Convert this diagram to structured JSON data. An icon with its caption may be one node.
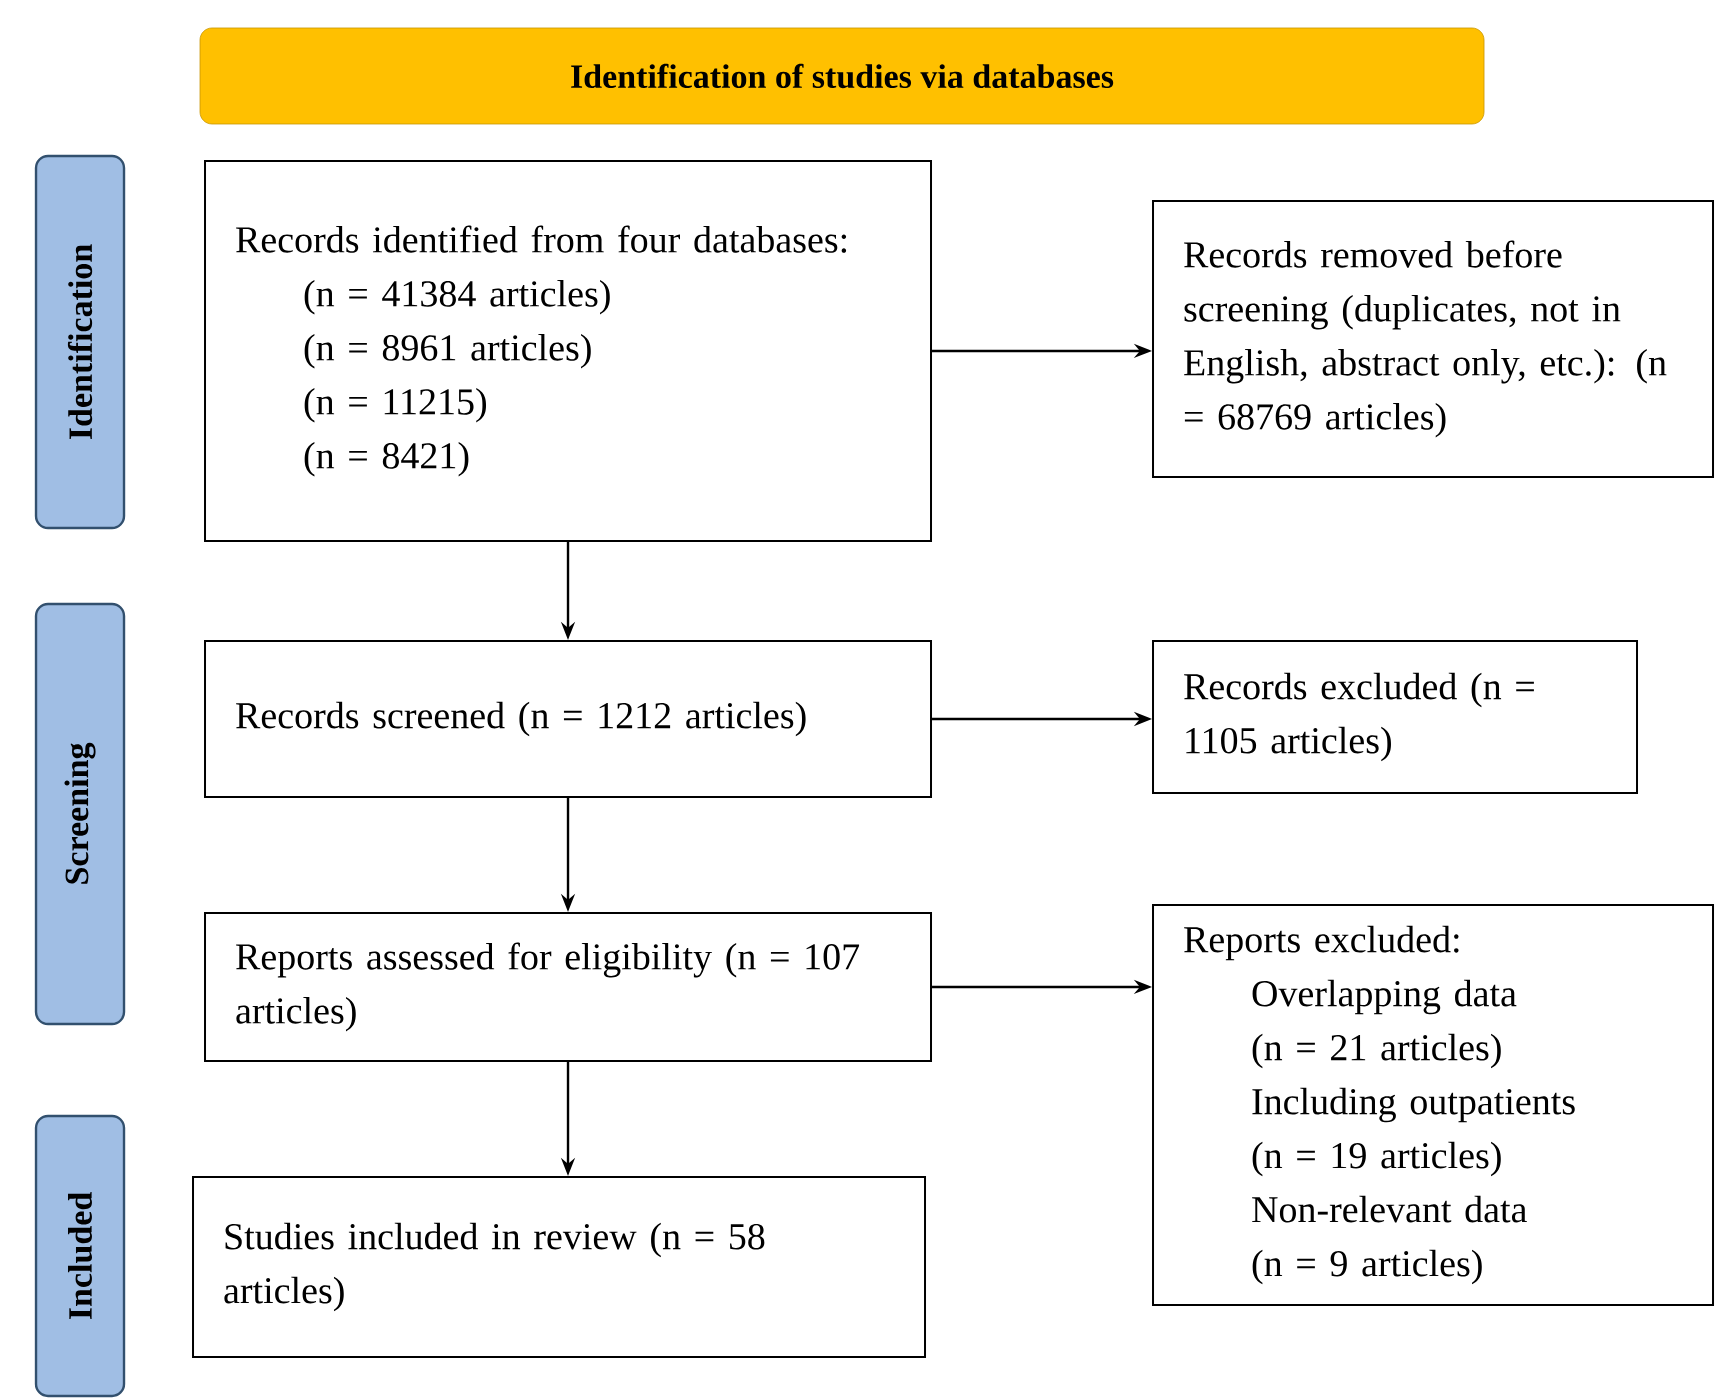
{
  "diagram": {
    "nodes": [
      {
        "text": [
          "Identification of studies via databases"
        ]
      },
      {
        "text": [
          "Identification"
        ]
      },
      {
        "text": [
          "Screening"
        ]
      },
      {
        "text": [
          "Included"
        ]
      },
      {
        "text": [
          "Records identified from four databases:",
          "(n = 41384 articles)",
          "(n = 8961 articles)",
          "(n = 11215)",
          "(n = 8421)"
        ]
      },
      {
        "text": [
          "Records removed before screening (duplicates, not in English, abstract only, etc.): (n = 68769 articles)"
        ]
      },
      {
        "text": [
          "Records screened (n = 1212 articles)"
        ]
      },
      {
        "text": [
          "Records excluded (n = 1105 articles)"
        ]
      },
      {
        "text": [
          "Reports assessed for eligibility (n = 107 articles)"
        ]
      },
      {
        "text": [
          "Reports excluded:",
          "Overlapping data",
          "(n = 21 articles)",
          "Including outpatients",
          "(n = 19 articles)",
          "Non-relevant data",
          "(n = 9 articles)"
        ]
      },
      {
        "text": [
          "Studies included in review (n = 58 articles)"
        ]
      }
    ],
    "edges": [
      {
        "from": 4,
        "to": 5,
        "arrow": "to"
      },
      {
        "from": 4,
        "to": 6,
        "arrow": "to"
      },
      {
        "from": 6,
        "to": 7,
        "arrow": "to"
      },
      {
        "from": 6,
        "to": 8,
        "arrow": "to"
      },
      {
        "from": 8,
        "to": 9,
        "arrow": "to"
      },
      {
        "from": 8,
        "to": 10,
        "arrow": "to"
      }
    ]
  }
}
